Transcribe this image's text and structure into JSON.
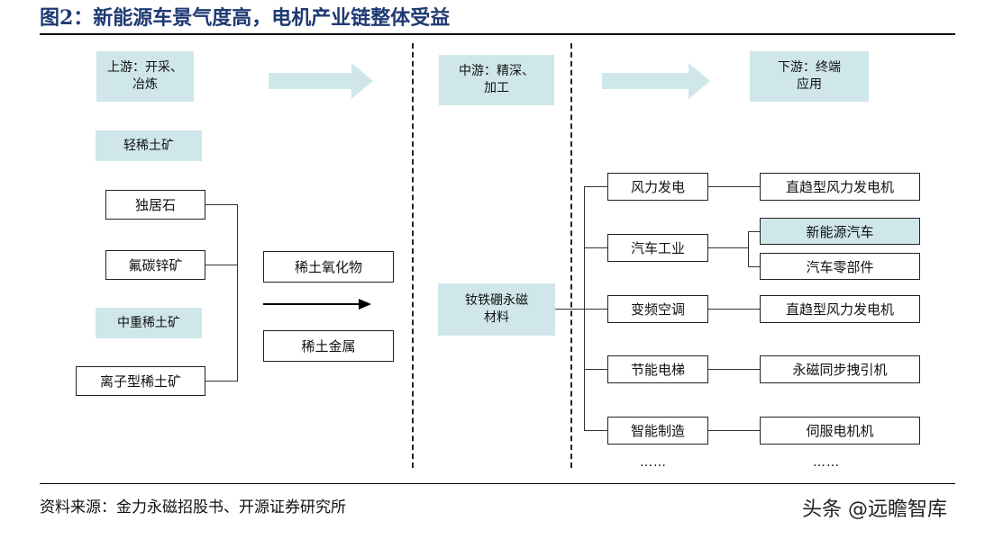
{
  "title": "图2：新能源车景气度高，电机产业链整体受益",
  "tiers": {
    "upstream": "上游：开采、\n冶炼",
    "midstream": "中游：精深、\n加工",
    "downstream": "下游：终端\n应用"
  },
  "upstream": {
    "light_rare_earth": "轻稀土矿",
    "light_items": [
      "独居石",
      "氟碳锌矿"
    ],
    "heavy_rare_earth": "中重稀土矿",
    "heavy_items": [
      "离子型稀土矿"
    ]
  },
  "products": [
    "稀土氧化物",
    "稀土金属"
  ],
  "midstream_material": "钕铁硼永磁\n材料",
  "applications": [
    {
      "sector": "风力发电",
      "products": [
        "直趋型风力发电机"
      ]
    },
    {
      "sector": "汽车工业",
      "products": [
        "新能源汽车",
        "汽车零部件"
      ]
    },
    {
      "sector": "变频空调",
      "products": [
        "直趋型风力发电机"
      ]
    },
    {
      "sector": "节能电梯",
      "products": [
        "永磁同步拽引机"
      ]
    },
    {
      "sector": "智能制造",
      "products": [
        "伺服电机机"
      ]
    }
  ],
  "ellipsis": [
    "……",
    "……"
  ],
  "source": "资料来源：金力永磁招股书、开源证券研究所",
  "watermark": "头条 @远瞻智库",
  "colors": {
    "tier_fill": "#cfe7ea",
    "title": "#1f3a73"
  }
}
